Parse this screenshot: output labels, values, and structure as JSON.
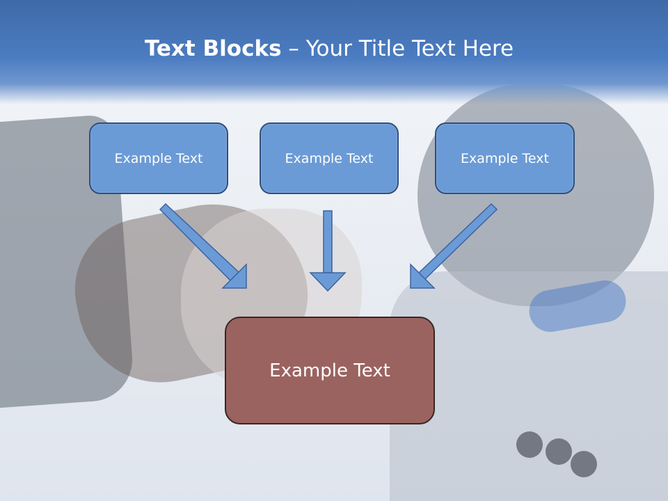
{
  "slide": {
    "title_bold": "Text Blocks",
    "title_dash": " – ",
    "title_rest": "Your Title Text Here"
  },
  "blocks": {
    "top": [
      "Example Text",
      "Example Text",
      "Example Text"
    ],
    "main": "Example Text"
  },
  "colors": {
    "title_band": "#4b7cc1",
    "block_fill": "#6b9bd6",
    "block_border": "#2f4f7e",
    "main_fill": "#9a6360",
    "main_border": "#3a2524",
    "arrow_fill": "#6b9bd6"
  }
}
